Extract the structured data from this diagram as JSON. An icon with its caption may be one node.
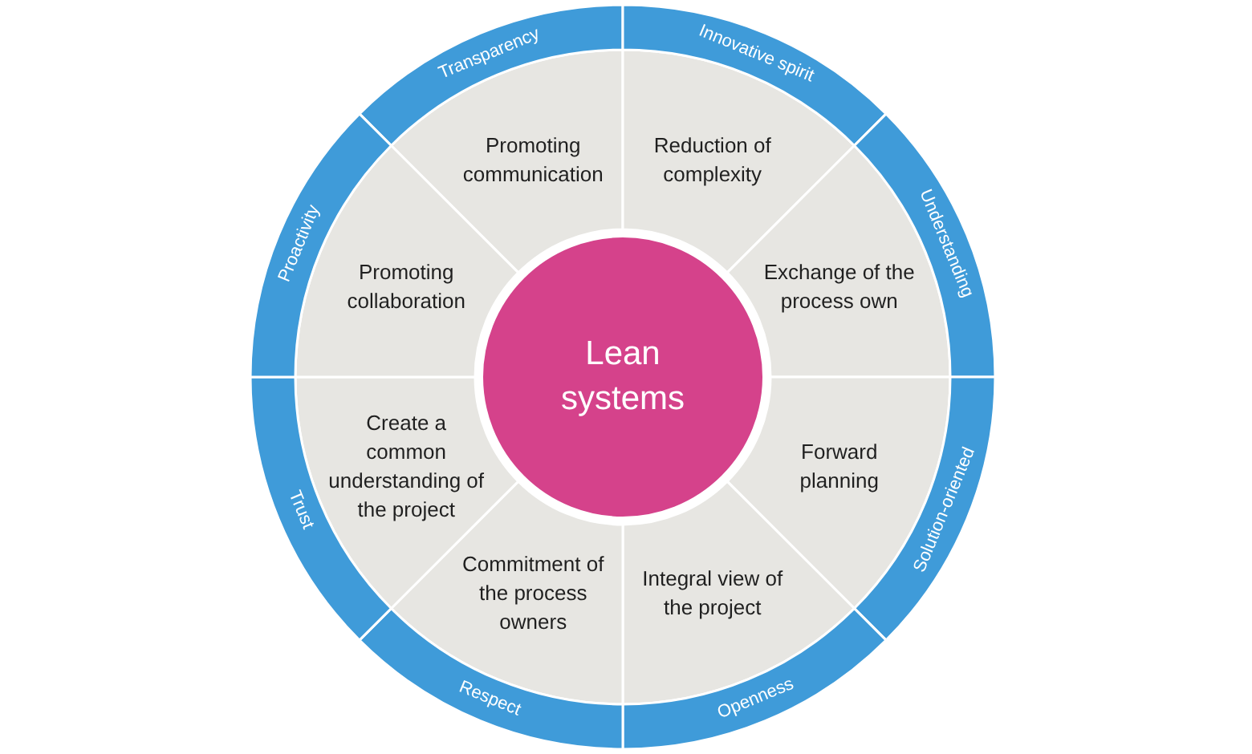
{
  "diagram": {
    "nodes": [
      {
        "text": [
          "Lean systems"
        ]
      },
      {
        "text": [
          "Promoting communication"
        ]
      },
      {
        "text": [
          "Reduction of complexity"
        ]
      },
      {
        "text": [
          "Exchange of the process own"
        ]
      },
      {
        "text": [
          "Forward planning"
        ]
      },
      {
        "text": [
          "Integral view of the project"
        ]
      },
      {
        "text": [
          "Commitment of the process owners"
        ]
      },
      {
        "text": [
          "Create a common understanding of the project"
        ]
      },
      {
        "text": [
          "Promoting collaboration"
        ]
      },
      {
        "text": [
          "Transparency"
        ]
      },
      {
        "text": [
          "Innovative spirit"
        ]
      },
      {
        "text": [
          "Understanding"
        ]
      },
      {
        "text": [
          "Solution-oriented"
        ]
      },
      {
        "text": [
          "Openness"
        ]
      },
      {
        "text": [
          "Respect"
        ]
      },
      {
        "text": [
          "Trust"
        ]
      },
      {
        "text": [
          "Proactivity"
        ]
      }
    ],
    "edges": []
  }
}
